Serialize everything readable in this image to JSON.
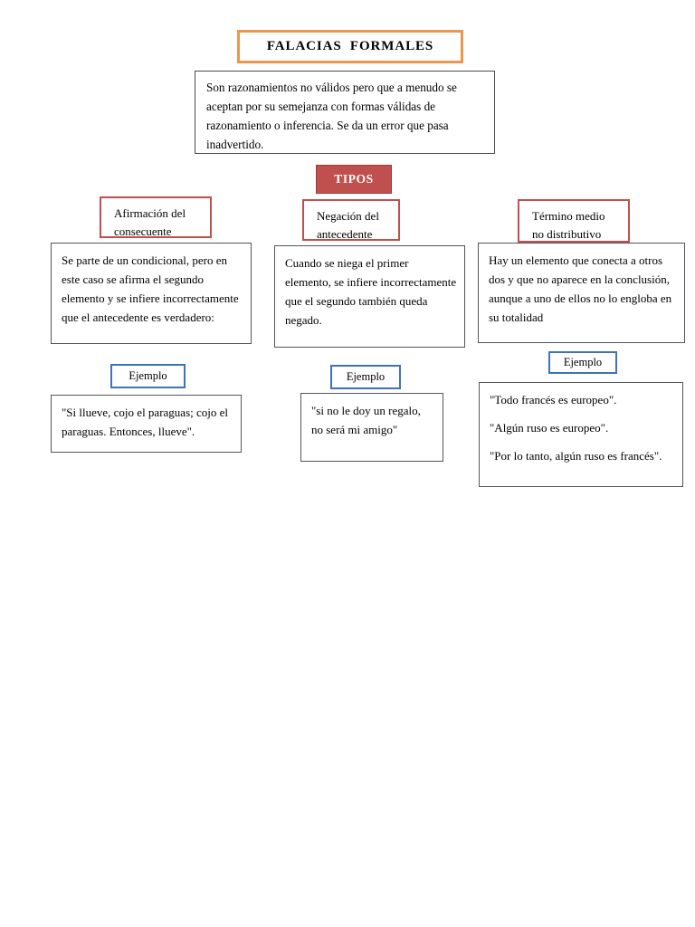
{
  "document": {
    "title": "FALACIAS  FORMALES",
    "intro": "  Son razonamientos no válidos pero que a menudo se aceptan por su semejanza con formas válidas de razonamiento o inferencia. Se da un error que pasa inadvertido.",
    "tipos_label": "TIPOS"
  },
  "colors": {
    "title_border": "#e9984e",
    "tipos_fill": "#c0504d",
    "type_header_border": "#c0504d",
    "ejemplo_border": "#3d73b8",
    "box_border": "#555555",
    "text": "#000000",
    "background": "#ffffff"
  },
  "types": [
    {
      "header_line1": "Afirmación del",
      "header_line2": "consecuente",
      "description": "Se parte de un condicional, pero en este caso se afirma el segundo elemento y se infiere incorrectamente que el antecedente es verdadero:",
      "ejemplo_label": "Ejemplo",
      "ejemplo_text": "\"Si llueve, cojo el paraguas; cojo el paraguas. Entonces, llueve\"."
    },
    {
      "header_line1": "Negación del",
      "header_line2": "antecedente",
      "description": "Cuando se niega el primer elemento, se infiere incorrectamente que el segundo también queda negado.",
      "ejemplo_label": "Ejemplo",
      "ejemplo_text": "\"si no le doy un regalo, no será mi amigo\""
    },
    {
      "header_line1": "Término medio",
      "header_line2": "no distributivo",
      "description": "Hay un elemento que conecta a otros dos y que no aparece en la conclusión, aunque a uno de ellos no lo engloba en su totalidad",
      "ejemplo_label": "Ejemplo",
      "ejemplo_lines": [
        "\"Todo francés es europeo\".",
        "\"Algún ruso es europeo\".",
        "\"Por lo tanto, algún ruso es francés\"."
      ]
    }
  ]
}
